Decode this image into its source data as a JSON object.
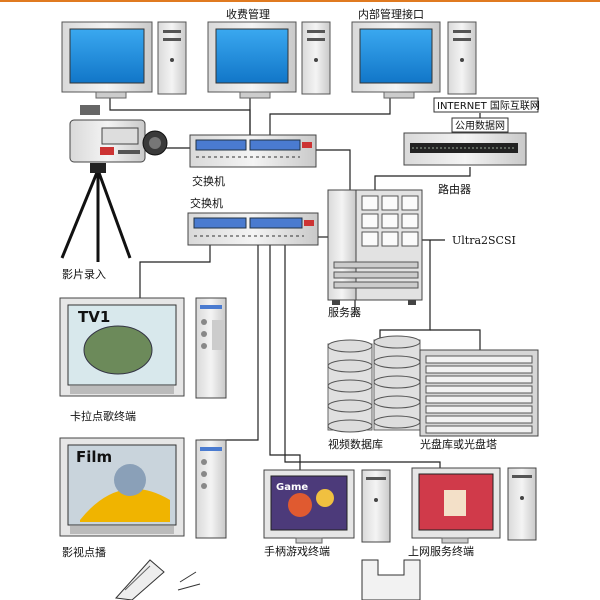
{
  "labels": {
    "billing": "收费管理",
    "internal": "内部管理接口",
    "internet": "INTERNET 国际互联网",
    "public_net": "公用数据网",
    "router": "路由器",
    "switch1": "交换机",
    "switch2": "交换机",
    "ultra": "Ultra2SCSI",
    "server": "服务器",
    "video_rec": "影片录入",
    "karaoke": "卡拉点歌终端",
    "video_db": "视频数据库",
    "disc": "光盘库或光盘塔",
    "movie": "影视点播",
    "game": "手柄游戏终端",
    "web": "上网服务终端",
    "tv1": "TV1",
    "film": "Film",
    "game_screen": "Game"
  },
  "colors": {
    "screen": "#1d8fe0",
    "monitor": "#e8e8e8",
    "line": "#222222",
    "accent_red": "#cc3322",
    "switch_blue": "#4a7bd0"
  }
}
